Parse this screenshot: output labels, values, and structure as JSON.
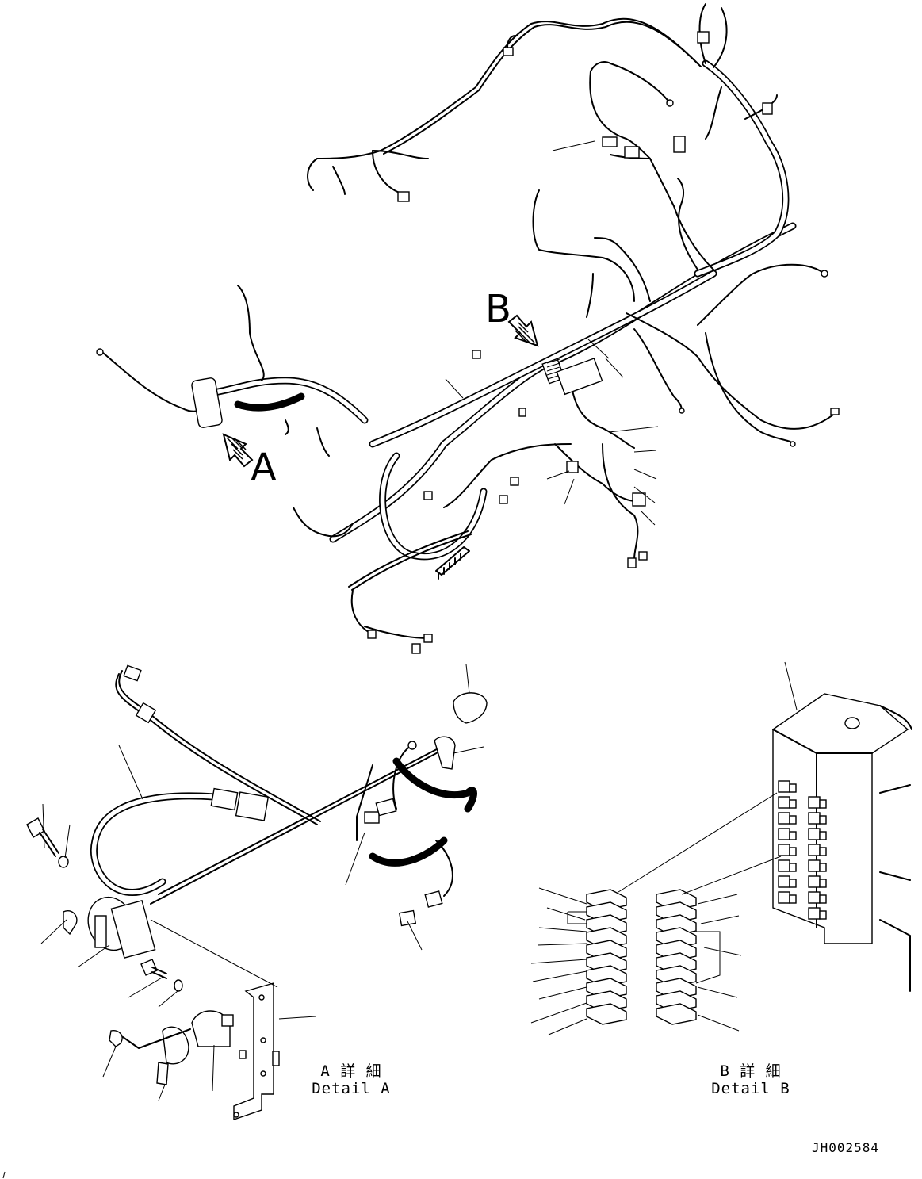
{
  "view_labels": {
    "a": "A",
    "b": "B"
  },
  "detail_a": {
    "jp": "A 詳 細",
    "en": "Detail A"
  },
  "detail_b": {
    "jp": "B 詳 細",
    "en": "Detail B"
  },
  "drawing_code": "JH002584",
  "colors": {
    "line": "#000000",
    "background": "#ffffff"
  }
}
